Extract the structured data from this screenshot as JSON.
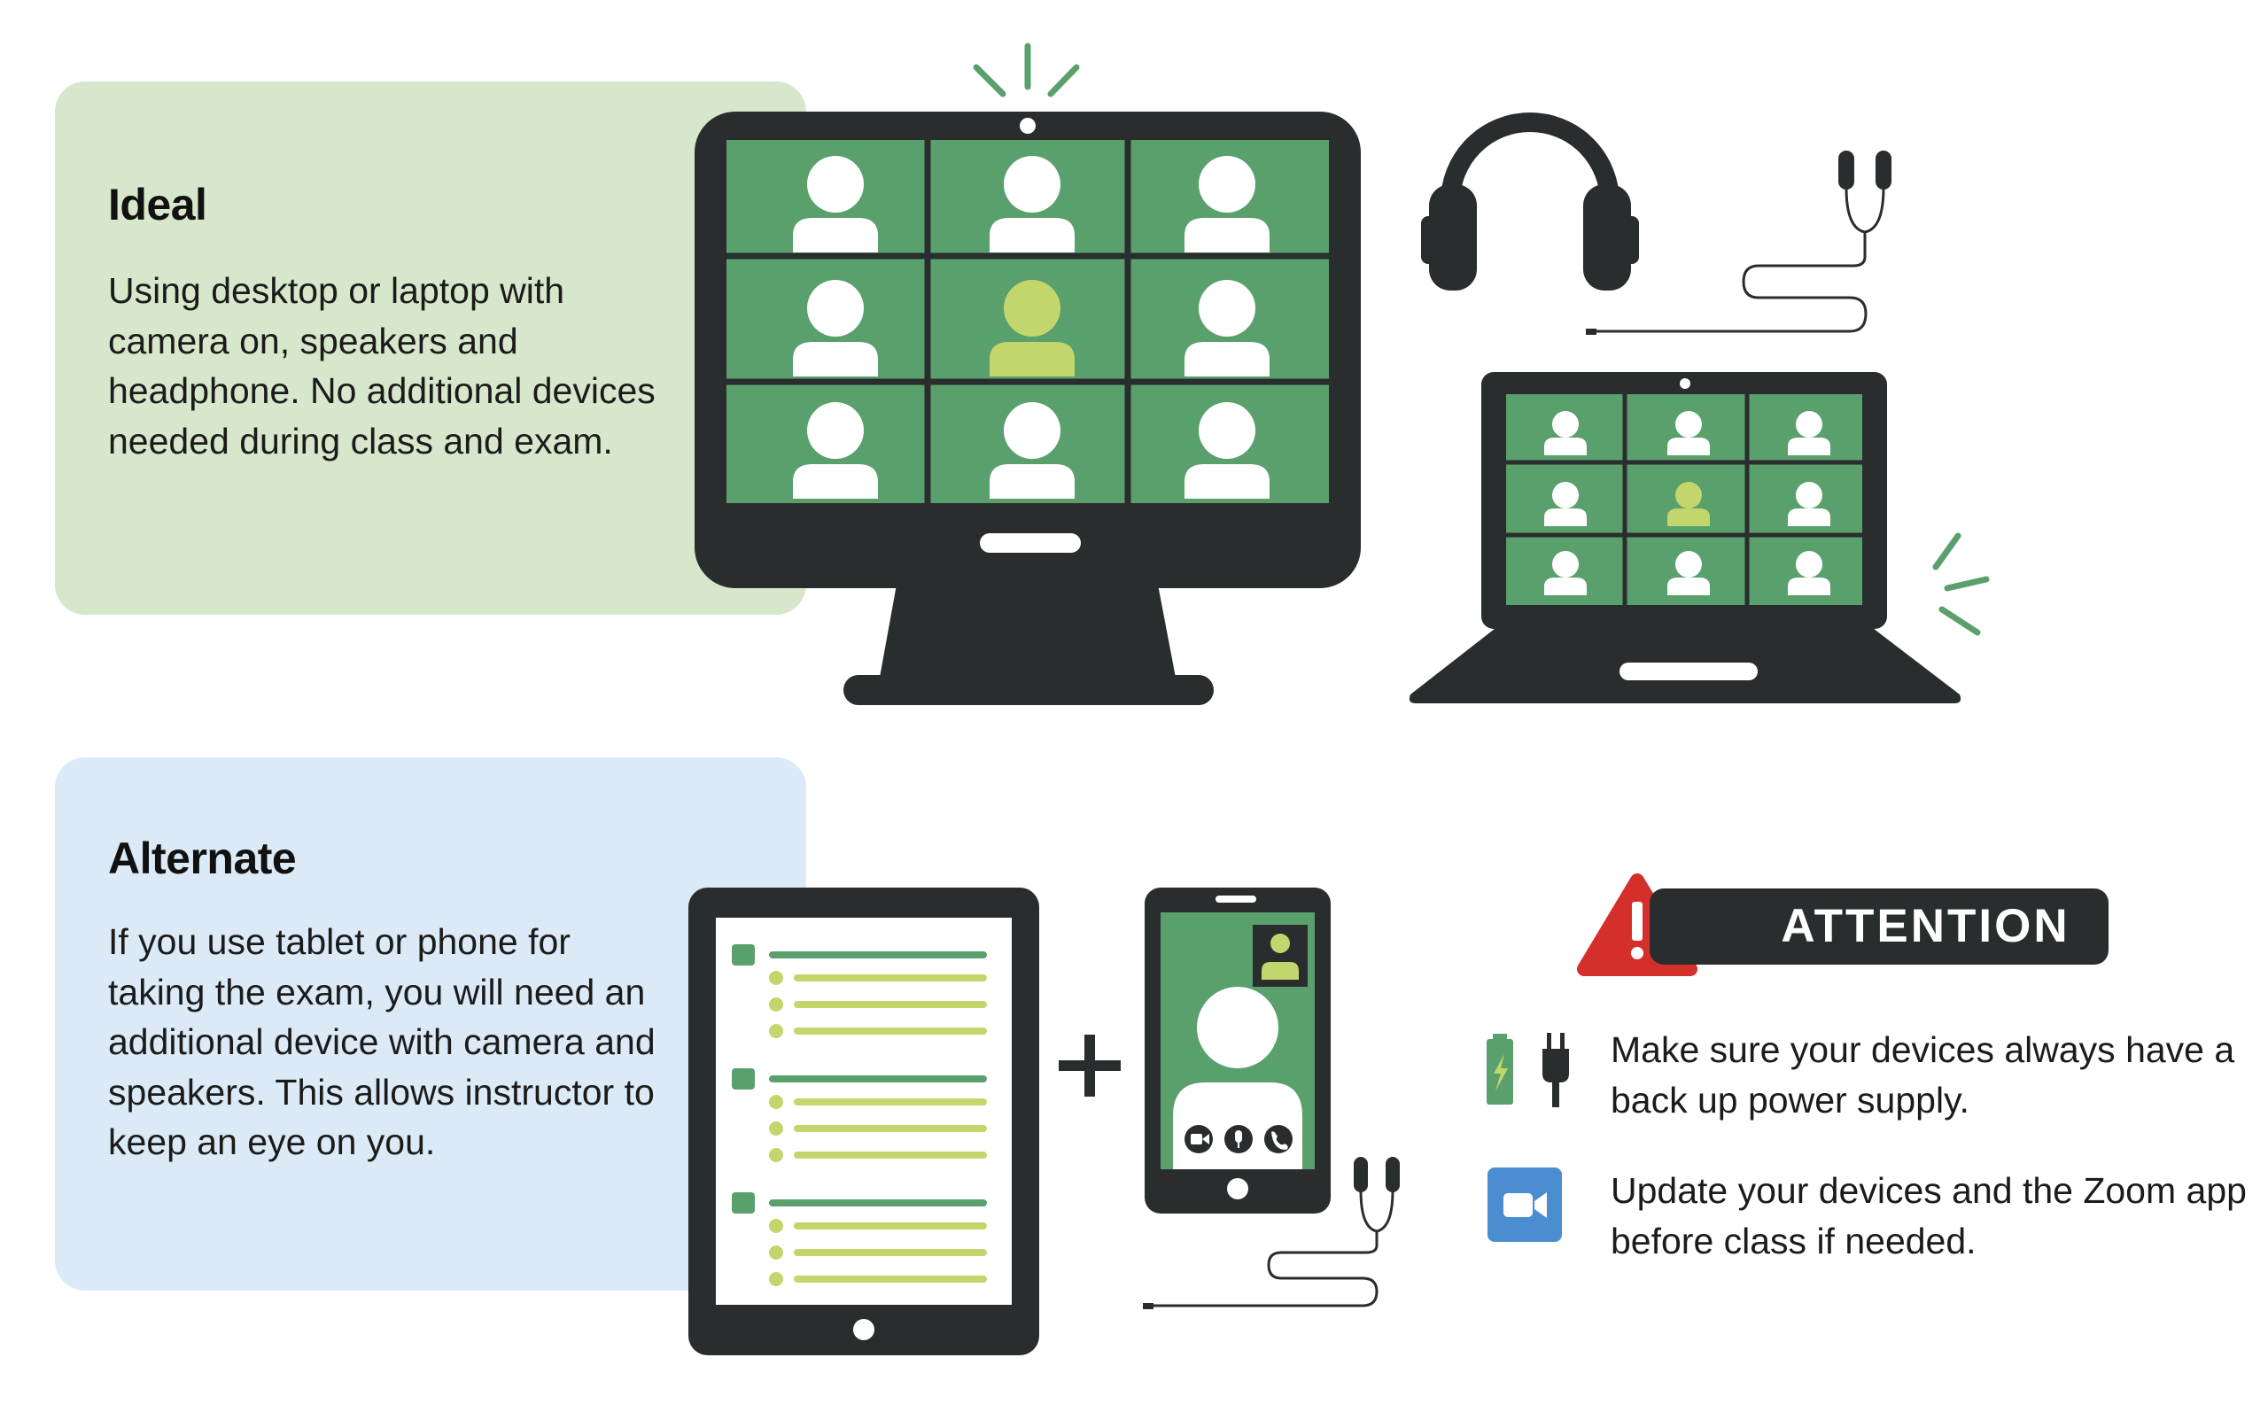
{
  "ideal": {
    "title": "Ideal",
    "body": "Using desktop or laptop with camera on, speakers and headphone. No additional devices needed during class and exam."
  },
  "alternate": {
    "title": "Alternate",
    "body": "If you use tablet or phone for taking the exam, you will need an additional device with camera and speakers. This allows instructor to keep an eye on you."
  },
  "attention": {
    "label": "ATTENTION",
    "tips": [
      {
        "icon": "battery-plug-icon",
        "text": "Make sure your devices always have a back up power supply."
      },
      {
        "icon": "zoom-camera-icon",
        "text": "Update your devices and the Zoom app before class if needed."
      }
    ]
  },
  "colors": {
    "ideal_panel": "#d7e7cb",
    "alternate_panel": "#dbeaf6",
    "device_dark": "#2a2d2e",
    "screen_green": "#5aa06c",
    "highlight_lime": "#c3d66c",
    "warning_red": "#d42f2a",
    "zoom_blue": "#4a8ed1"
  },
  "icons": [
    "desktop-monitor-icon",
    "headphones-icon",
    "earbuds-icon",
    "laptop-icon",
    "tablet-icon",
    "plus-icon",
    "smartphone-icon",
    "warning-triangle-icon"
  ]
}
